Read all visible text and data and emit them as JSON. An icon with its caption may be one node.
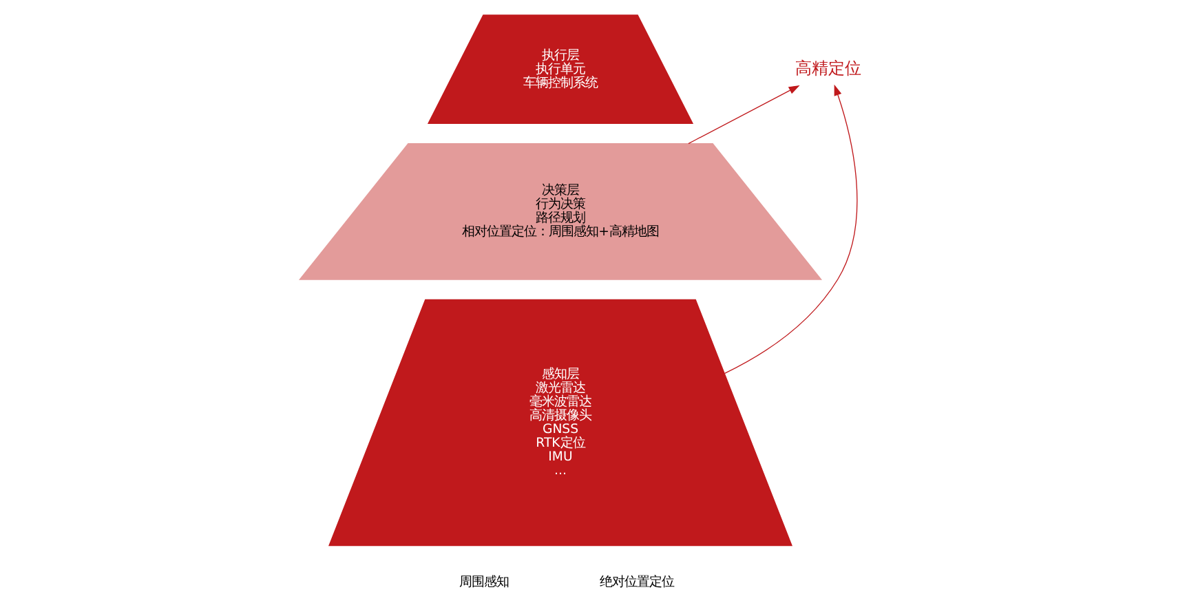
{
  "diagram": {
    "nodes": [
      {
        "text": [
          "执行层",
          "执行单元",
          "车辆控制系统"
        ]
      },
      {
        "text": [
          "决策层",
          "行为决策",
          "路径规划",
          "相对位置定位：周围感知+高精地图"
        ]
      },
      {
        "text": [
          "感知层",
          "激光雷达",
          "毫米波雷达",
          "高清摄像头",
          "GNSS",
          "RTK定位",
          "IMU",
          "..."
        ]
      },
      {
        "text": [
          "高精定位"
        ]
      }
    ],
    "edges": [
      {
        "from": 1,
        "to": 3,
        "arrow": "to",
        "color": "#c0191c"
      },
      {
        "from": 2,
        "to": 3,
        "arrow": "to",
        "color": "#c0191c"
      }
    ],
    "labels": [
      "周围感知",
      "绝对位置定位"
    ]
  }
}
